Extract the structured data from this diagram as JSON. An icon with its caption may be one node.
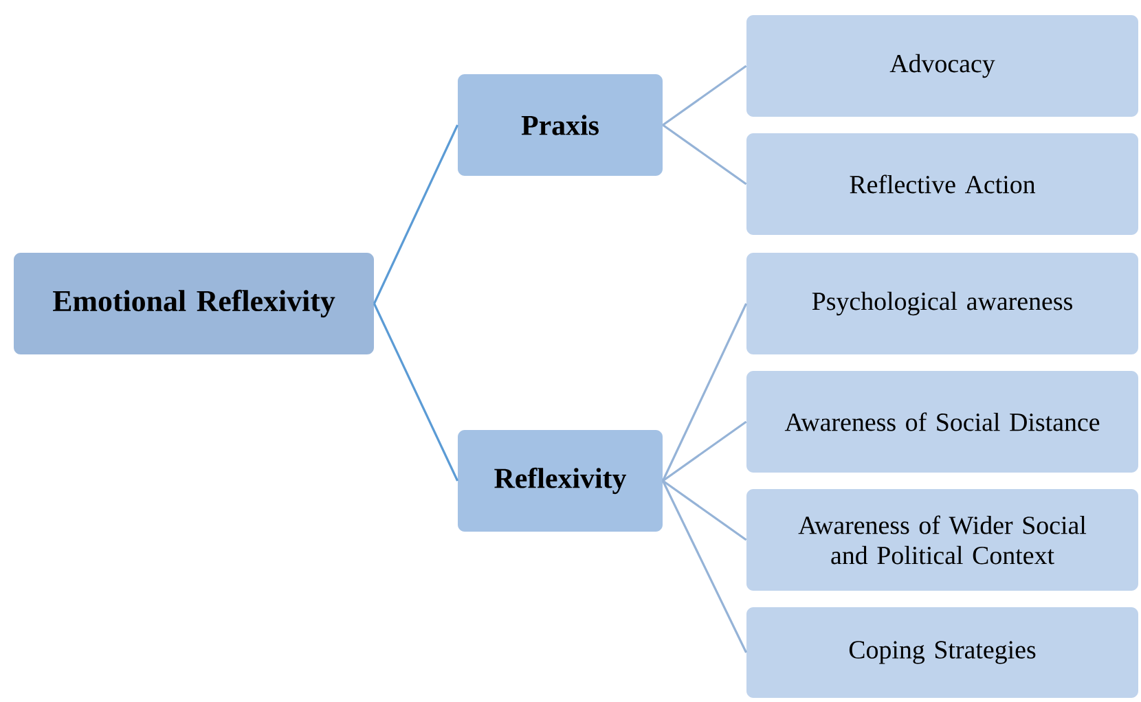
{
  "diagram": {
    "nodes": [
      {
        "text": [
          "Emotional Reflexivity"
        ]
      },
      {
        "text": [
          "Praxis"
        ]
      },
      {
        "text": [
          "Reflexivity"
        ]
      },
      {
        "text": [
          "Advocacy"
        ]
      },
      {
        "text": [
          "Reflective Action"
        ]
      },
      {
        "text": [
          "Psychological awareness"
        ]
      },
      {
        "text": [
          "Awareness of Social Distance"
        ]
      },
      {
        "text": [
          "Awareness of Wider Social and Political Context"
        ]
      },
      {
        "text": [
          "Coping Strategies"
        ]
      }
    ],
    "edges": [
      {
        "from": 0,
        "to": 1,
        "arrow": "none",
        "color": "#5b9bd5"
      },
      {
        "from": 0,
        "to": 2,
        "arrow": "none",
        "color": "#5b9bd5"
      },
      {
        "from": 1,
        "to": 3,
        "arrow": "none"
      },
      {
        "from": 1,
        "to": 4,
        "arrow": "none"
      },
      {
        "from": 2,
        "to": 5,
        "arrow": "none"
      },
      {
        "from": 2,
        "to": 6,
        "arrow": "none"
      },
      {
        "from": 2,
        "to": 7,
        "arrow": "none"
      },
      {
        "from": 2,
        "to": 8,
        "arrow": "none"
      }
    ]
  }
}
